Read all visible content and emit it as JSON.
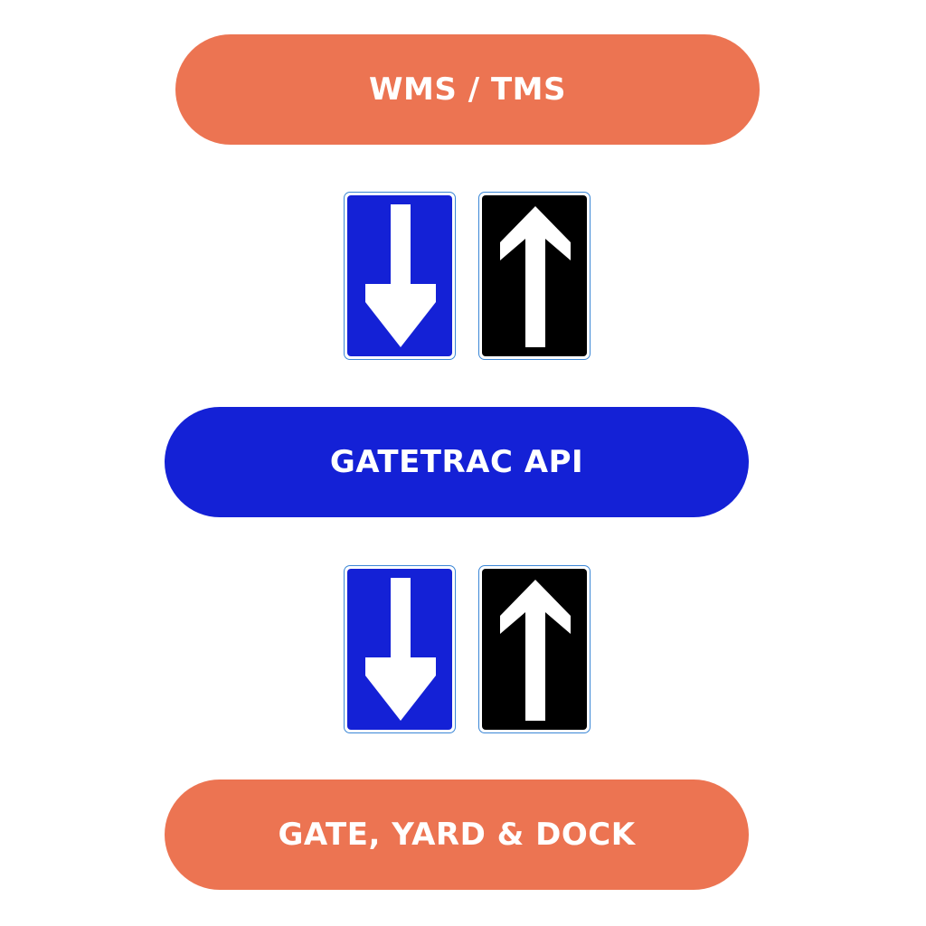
{
  "colors": {
    "orange": "#EC7452",
    "blue": "#1421D6",
    "black": "#000000",
    "arrow": "#ffffff",
    "sign_border": "#3a86d6"
  },
  "nodes": {
    "top": {
      "label": "WMS / TMS"
    },
    "middle": {
      "label": "GATETRAC API"
    },
    "bottom": {
      "label": "GATE, YARD & DOCK"
    }
  },
  "connectors": [
    {
      "down_icon": "down-arrow-sign-icon",
      "up_icon": "up-arrow-sign-icon"
    },
    {
      "down_icon": "down-arrow-sign-icon",
      "up_icon": "up-arrow-sign-icon"
    }
  ]
}
